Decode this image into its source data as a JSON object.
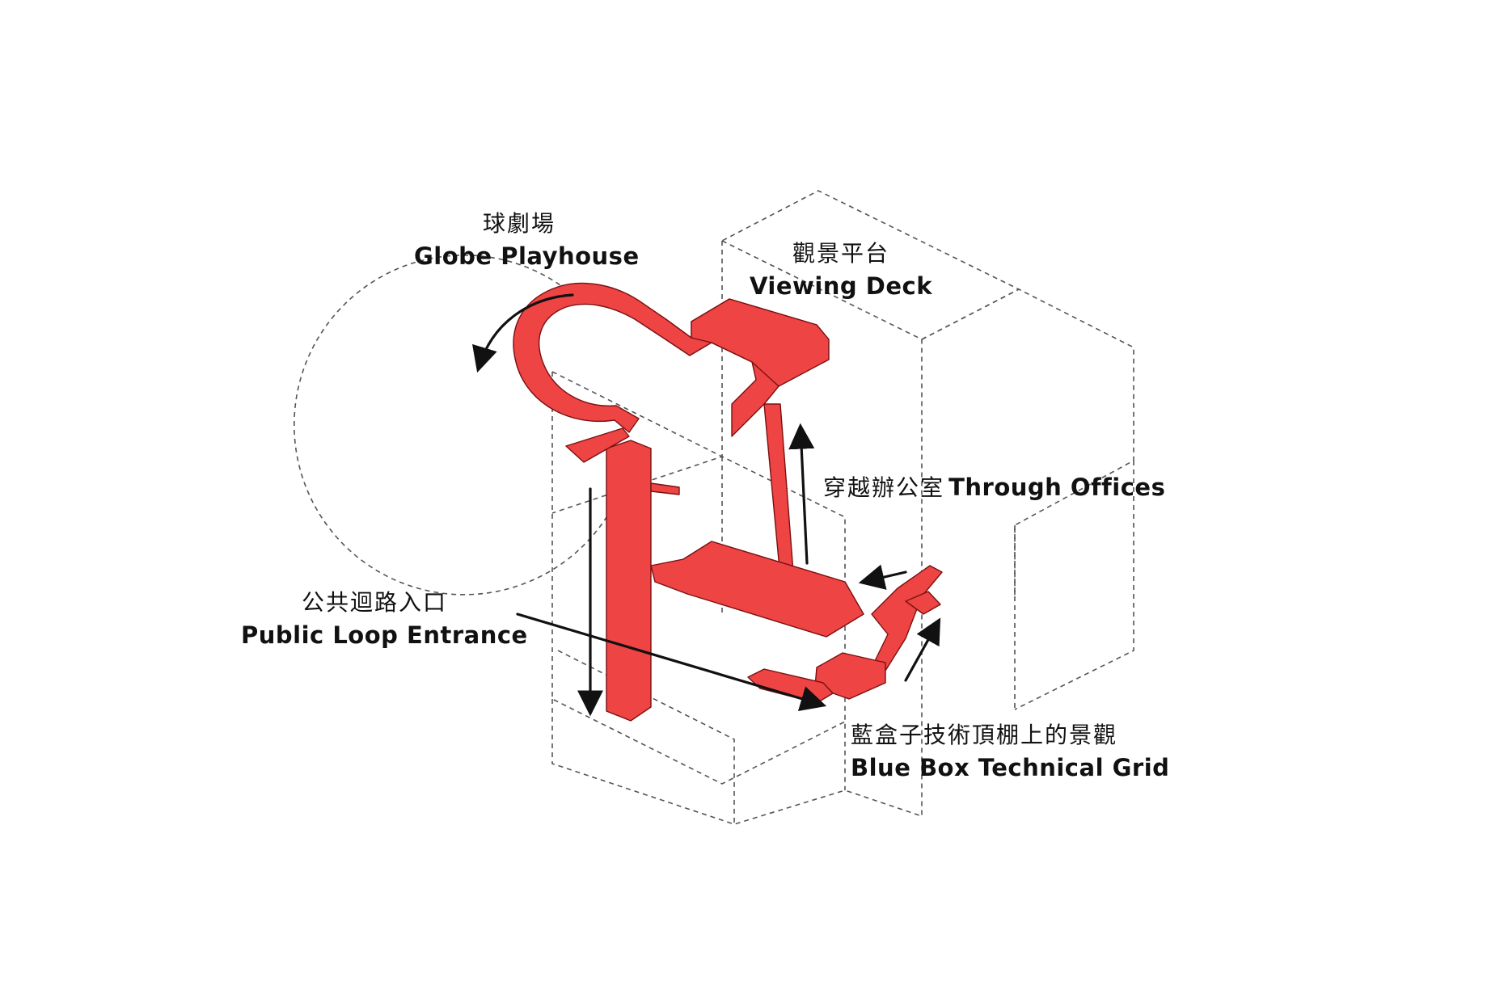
{
  "labels": {
    "globe": {
      "zh": "球劇場",
      "en": "Globe Playhouse"
    },
    "viewing_deck": {
      "zh": "觀景平台",
      "en": "Viewing Deck"
    },
    "through_offices": {
      "zh": "穿越辦公室",
      "en": "Through Offices"
    },
    "public_loop": {
      "zh": "公共迴路入口",
      "en": "Public Loop Entrance"
    },
    "blue_box": {
      "zh": "藍盒子技術頂棚上的景觀",
      "en": "Blue Box Technical Grid"
    }
  },
  "colors": {
    "route": "#ee4444",
    "route_stroke": "#7a1010",
    "arrow": "#111111",
    "outline": "#555555",
    "background": "#ffffff"
  }
}
